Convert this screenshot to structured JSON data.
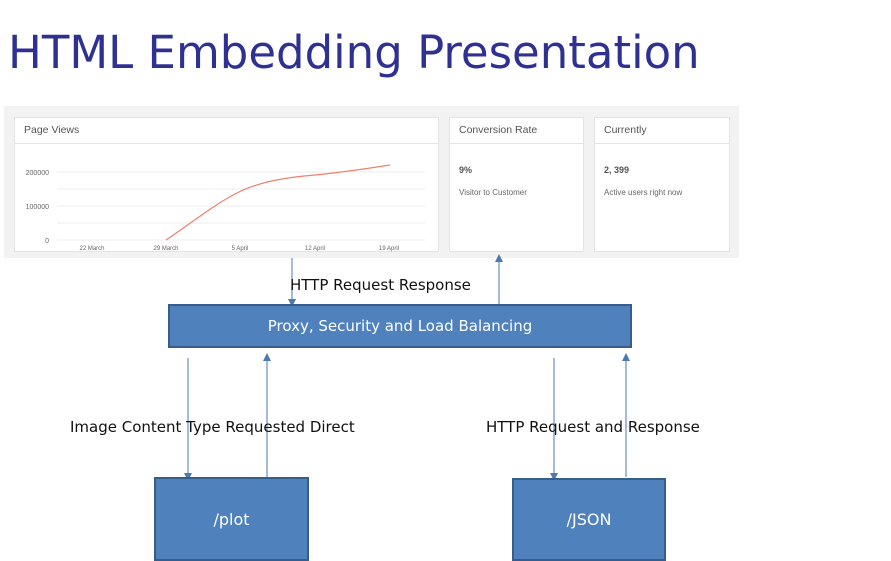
{
  "title": "HTML Embedding Presentation",
  "dashboard": {
    "page_views": {
      "title": "Page Views",
      "y_ticks": [
        "200000",
        "100000",
        "0"
      ],
      "x_ticks": [
        "22 March",
        "29 March",
        "5 April",
        "12 April",
        "19 April"
      ]
    },
    "conversion": {
      "title": "Conversion Rate",
      "value": "9%",
      "caption": "Visitor to Customer"
    },
    "currently": {
      "title": "Currently",
      "value": "2, 399",
      "caption": "Active users right now"
    }
  },
  "labels": {
    "http_top": "HTTP Request Response",
    "image_direct": "Image Content Type Requested Direct",
    "http_right": "HTTP Request and Response"
  },
  "boxes": {
    "proxy": "Proxy, Security and Load Balancing",
    "plot": "/plot",
    "json": "/JSON"
  },
  "colors": {
    "title": "#2e3192",
    "box_fill": "#4f81bd",
    "box_border": "#385d8a",
    "arrow": "#4a7ab0",
    "line_series": "#f07f6e"
  }
}
